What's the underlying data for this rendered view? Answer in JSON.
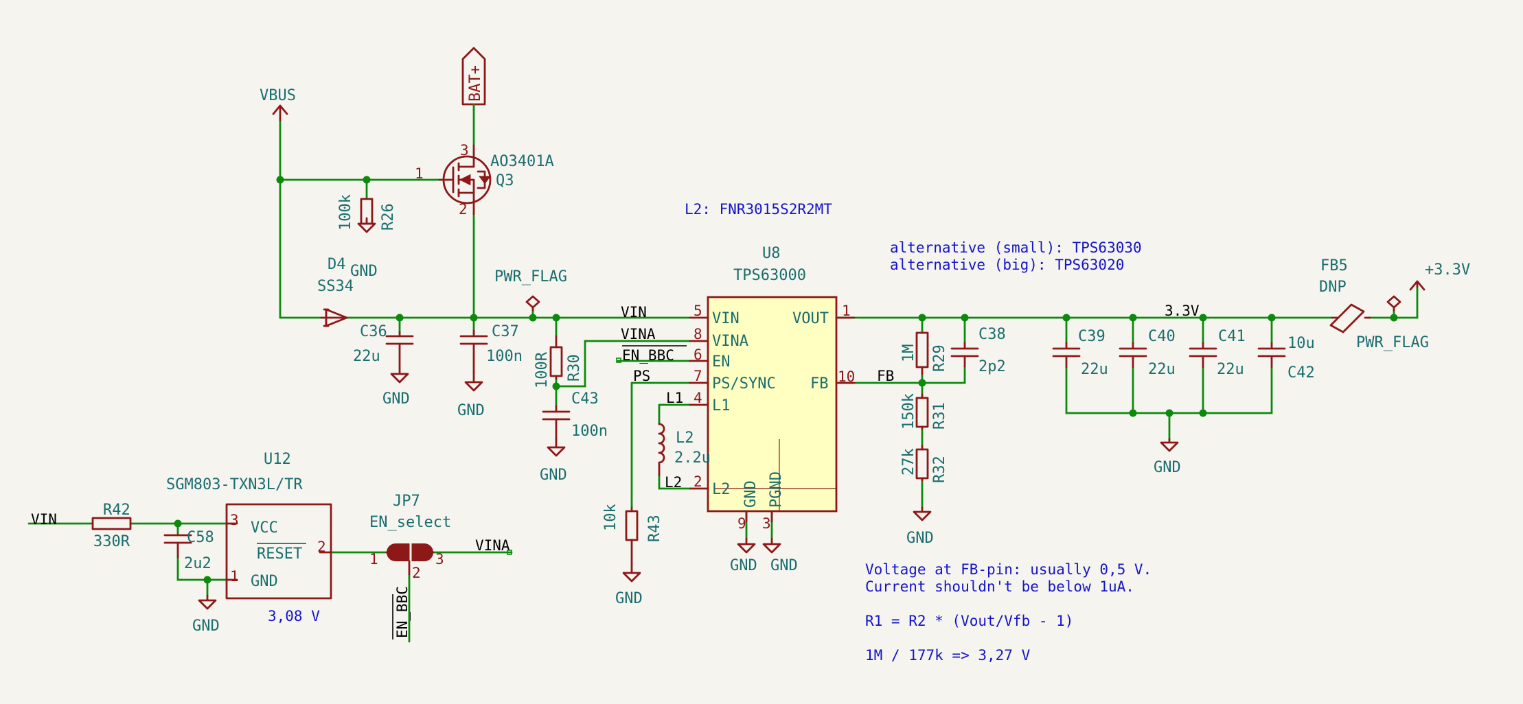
{
  "schematic": {
    "power": {
      "vbus": "VBUS",
      "bat": "BAT+",
      "v33": "+3.3V",
      "gnd": "GND",
      "pwr_flag": "PWR_FLAG"
    },
    "q3": {
      "ref": "Q3",
      "value": "AO3401A",
      "pin1": "1",
      "pin2": "2",
      "pin3": "3"
    },
    "r26": {
      "ref": "R26",
      "value": "100k"
    },
    "d4": {
      "ref": "D4",
      "value": "SS34"
    },
    "c36": {
      "ref": "C36",
      "value": "22u"
    },
    "c37": {
      "ref": "C37",
      "value": "100n"
    },
    "r30": {
      "ref": "R30",
      "value": "100R"
    },
    "c43": {
      "ref": "C43",
      "value": "100n"
    },
    "u8": {
      "ref": "U8",
      "value": "TPS63000",
      "pins": {
        "vin": {
          "name": "VIN",
          "num": "5"
        },
        "vina": {
          "name": "VINA",
          "num": "8"
        },
        "en": {
          "name": "EN",
          "num": "6"
        },
        "ps": {
          "name": "PS/SYNC",
          "num": "7"
        },
        "l1": {
          "name": "L1",
          "num": "4"
        },
        "l2": {
          "name": "L2",
          "num": "2"
        },
        "vout": {
          "name": "VOUT",
          "num": "1"
        },
        "fb": {
          "name": "FB",
          "num": "10"
        },
        "gnd": {
          "name": "GND",
          "num": "9"
        },
        "pgnd": {
          "name": "PGND",
          "num": "3"
        }
      }
    },
    "l2": {
      "ref": "L2",
      "value": "2.2u"
    },
    "r43": {
      "ref": "R43",
      "value": "10k"
    },
    "r29": {
      "ref": "R29",
      "value": "1M"
    },
    "r31": {
      "ref": "R31",
      "value": "150k"
    },
    "r32": {
      "ref": "R32",
      "value": "27k"
    },
    "c38": {
      "ref": "C38",
      "value": "2p2"
    },
    "c39": {
      "ref": "C39",
      "value": "22u"
    },
    "c40": {
      "ref": "C40",
      "value": "22u"
    },
    "c41": {
      "ref": "C41",
      "value": "22u"
    },
    "c42": {
      "ref": "C42",
      "value": "10u"
    },
    "fb5": {
      "ref": "FB5",
      "value": "DNP"
    },
    "u12": {
      "ref": "U12",
      "value": "SGM803-TXN3L/TR",
      "note": "3,08 V",
      "pins": {
        "vcc": {
          "name": "VCC",
          "num": "3"
        },
        "reset": {
          "name": "RESET",
          "num": "2"
        },
        "gnd": {
          "name": "GND",
          "num": "1"
        }
      }
    },
    "r42": {
      "ref": "R42",
      "value": "330R"
    },
    "c58": {
      "ref": "C58",
      "value": "2u2"
    },
    "jp7": {
      "ref": "JP7",
      "value": "EN_select",
      "pin1": "1",
      "pin2": "2",
      "pin3": "3"
    },
    "nets": {
      "vin": "VIN",
      "vina": "VINA",
      "en_bbc": "EN_BBC",
      "ps": "PS",
      "l1": "L1",
      "l2": "L2",
      "fb": "FB",
      "v33": "3.3V"
    },
    "notes": {
      "inductor": "L2: FNR3015S2R2MT",
      "alt_small": "alternative (small): TPS63030",
      "alt_big": "alternative (big): TPS63020",
      "fb1": "Voltage at FB-pin: usually 0,5 V.",
      "fb2": "Current shouldn't be below 1uA.",
      "fb3": "R1 = R2 * (Vout/Vfb - 1)",
      "fb4": "1M / 177k => 3,27 V"
    }
  }
}
